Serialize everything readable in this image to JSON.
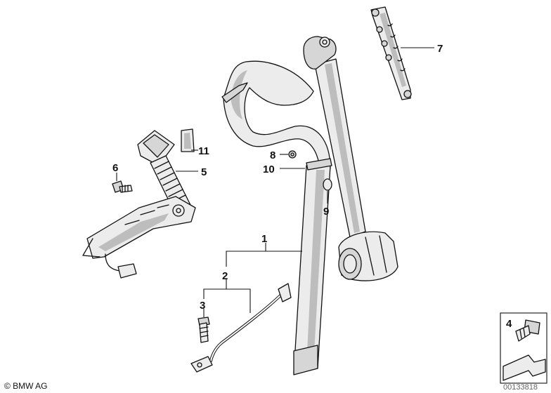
{
  "callouts": {
    "c1": "1",
    "c2": "2",
    "c3": "3",
    "c4": "4",
    "c5": "5",
    "c6": "6",
    "c7": "7",
    "c8": "8",
    "c9": "9",
    "c10": "10",
    "c11": "11"
  },
  "footer": {
    "copyright": "© BMW AG",
    "diagram_number": "00133818"
  }
}
